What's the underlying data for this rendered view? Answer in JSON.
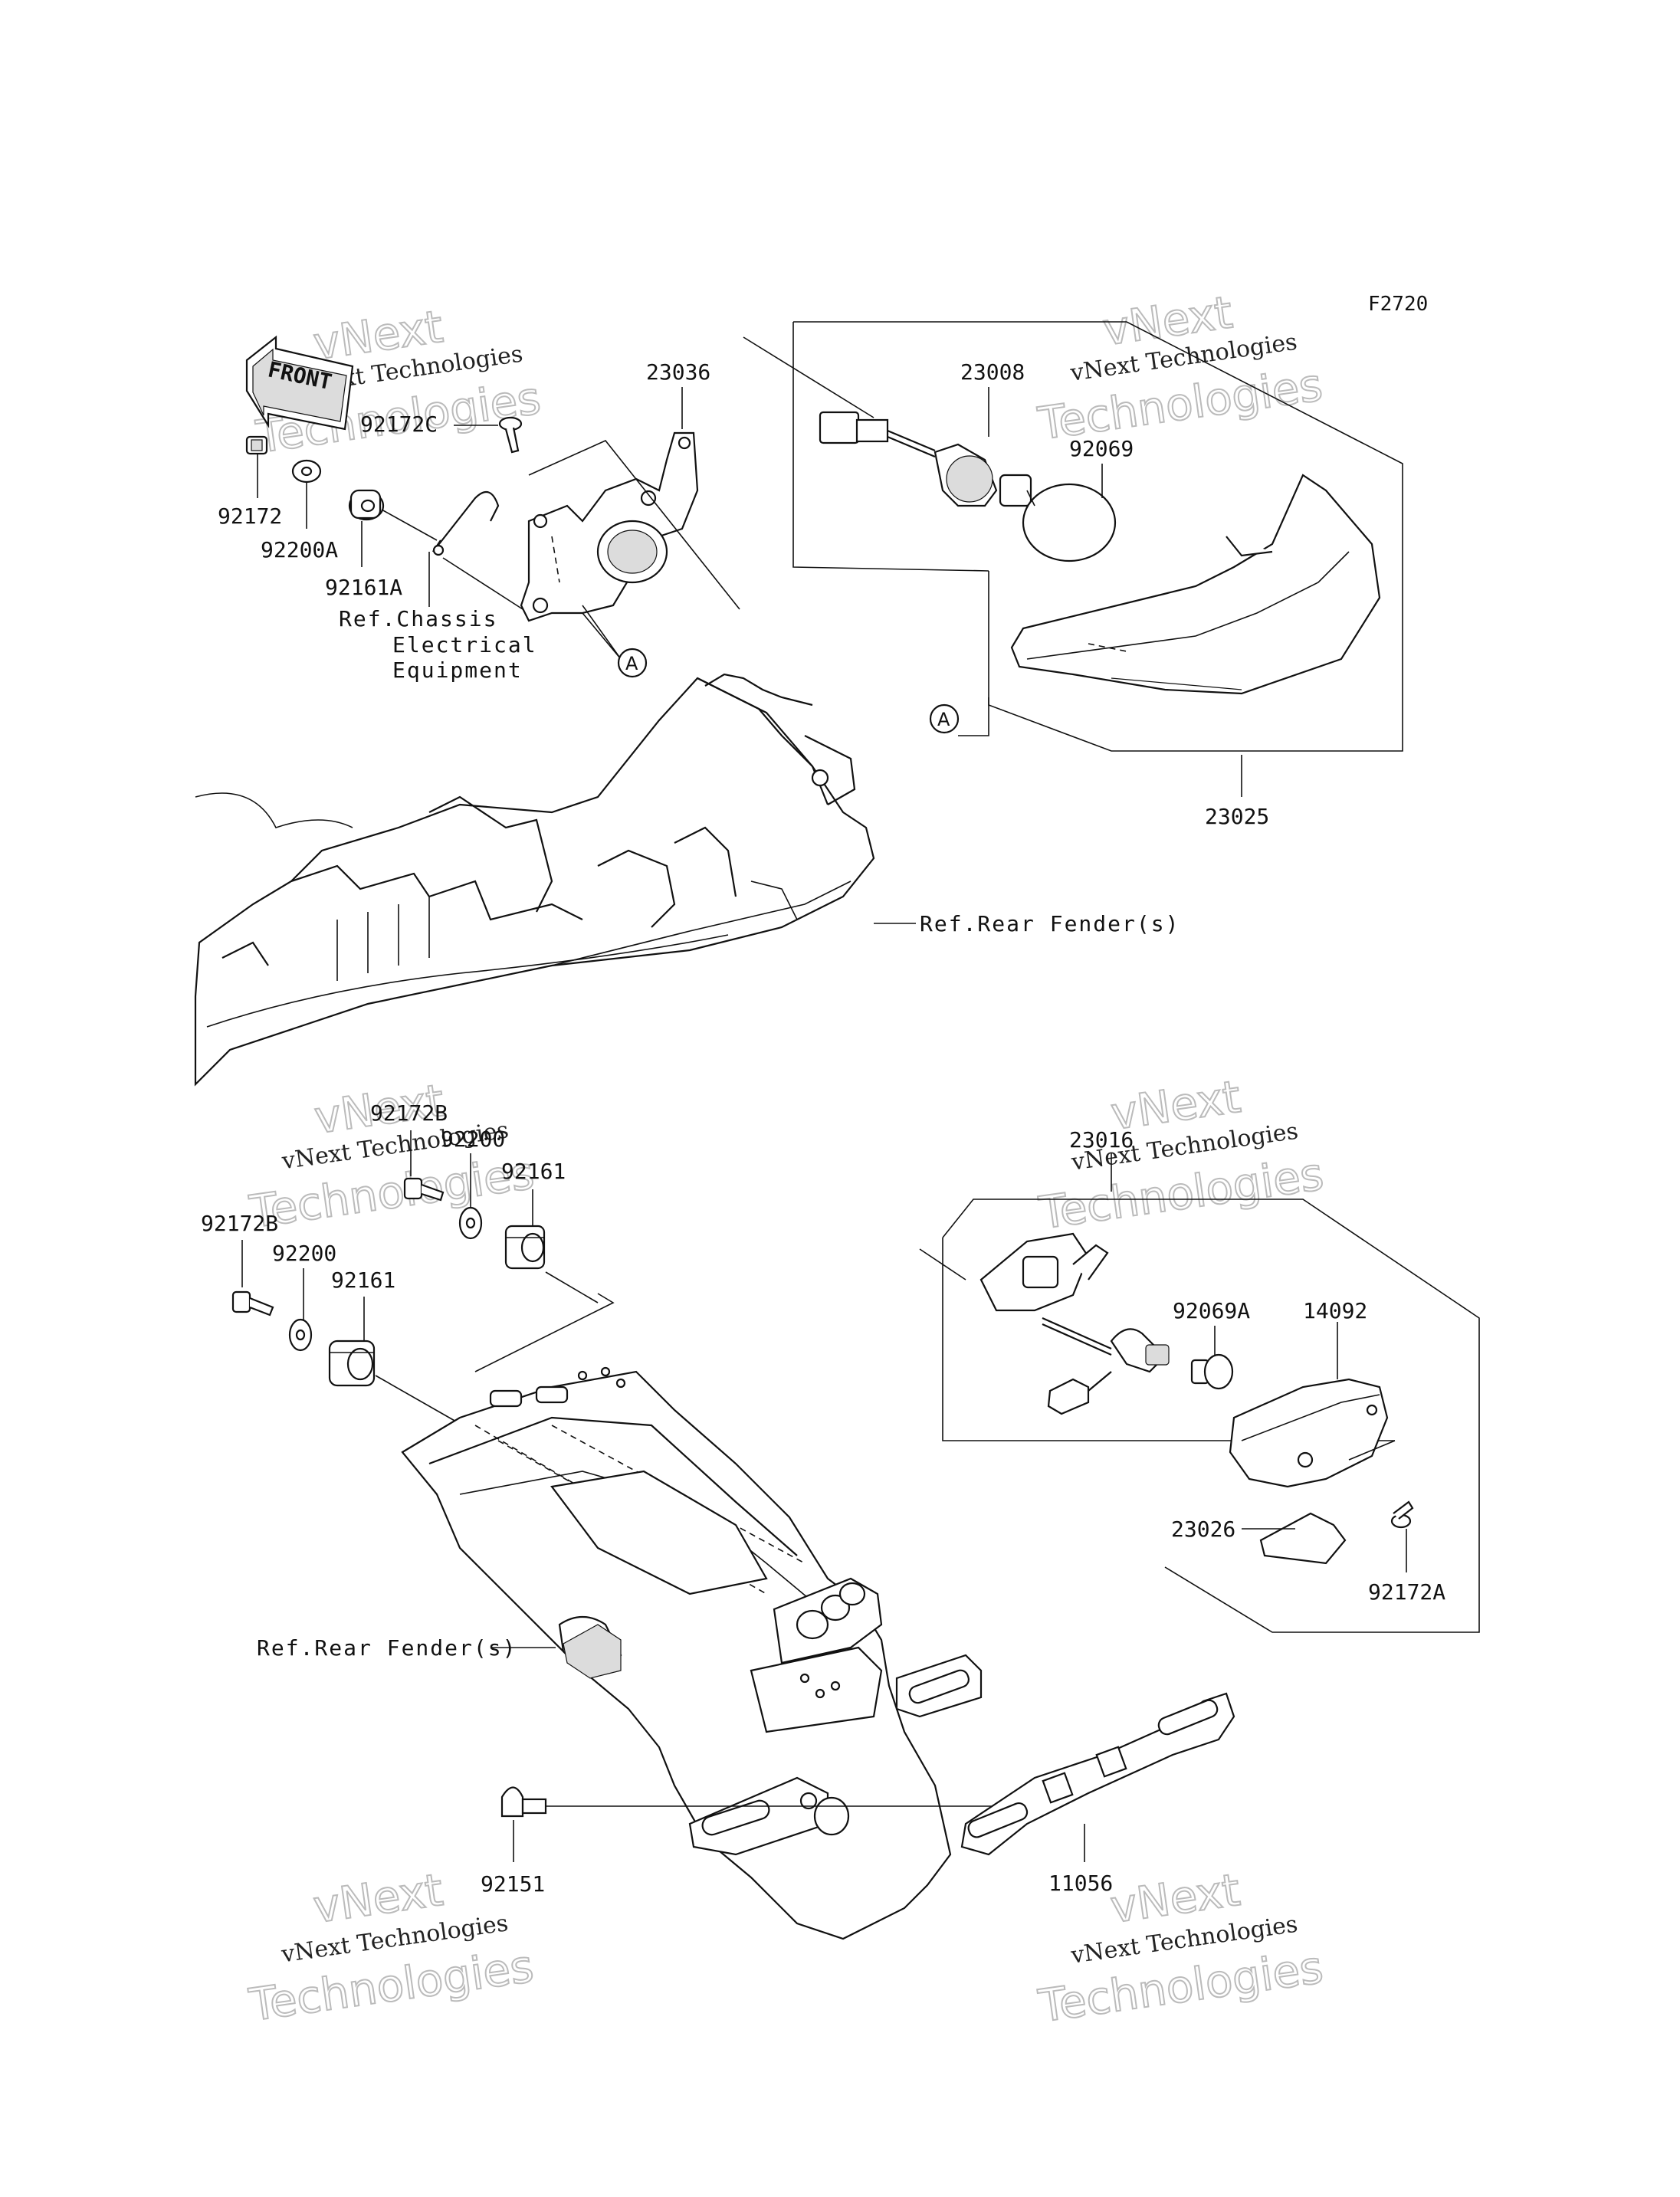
{
  "diagram_code": "F2720",
  "front_arrow_text": "FRONT",
  "watermark": {
    "line1": "vNext Technologies",
    "line2": "Technologies",
    "small_word": "vNext"
  },
  "upper_parts": {
    "p23036": "23036",
    "p92172C": "92172C",
    "p92172": "92172",
    "p92200A": "92200A",
    "p92161A": "92161A",
    "ref_chassis_1": "Ref.Chassis",
    "ref_chassis_2": "Electrical",
    "ref_chassis_3": "Equipment",
    "p23008": "23008",
    "p92069": "92069",
    "p23025": "23025",
    "ref_rear_fender_top": "Ref.Rear Fender(s)",
    "marker_a": "A"
  },
  "lower_parts": {
    "p92172B_top": "92172B",
    "p92200_top": "92200",
    "p92161_top": "92161",
    "p92172B_left": "92172B",
    "p92200_left": "92200",
    "p92161_left": "92161",
    "ref_rear_fender_lower": "Ref.Rear Fender(s)",
    "p92151": "92151",
    "p11056": "11056",
    "p23016": "23016",
    "p92069A": "92069A",
    "p14092": "14092",
    "p23026": "23026",
    "p92172A": "92172A"
  }
}
